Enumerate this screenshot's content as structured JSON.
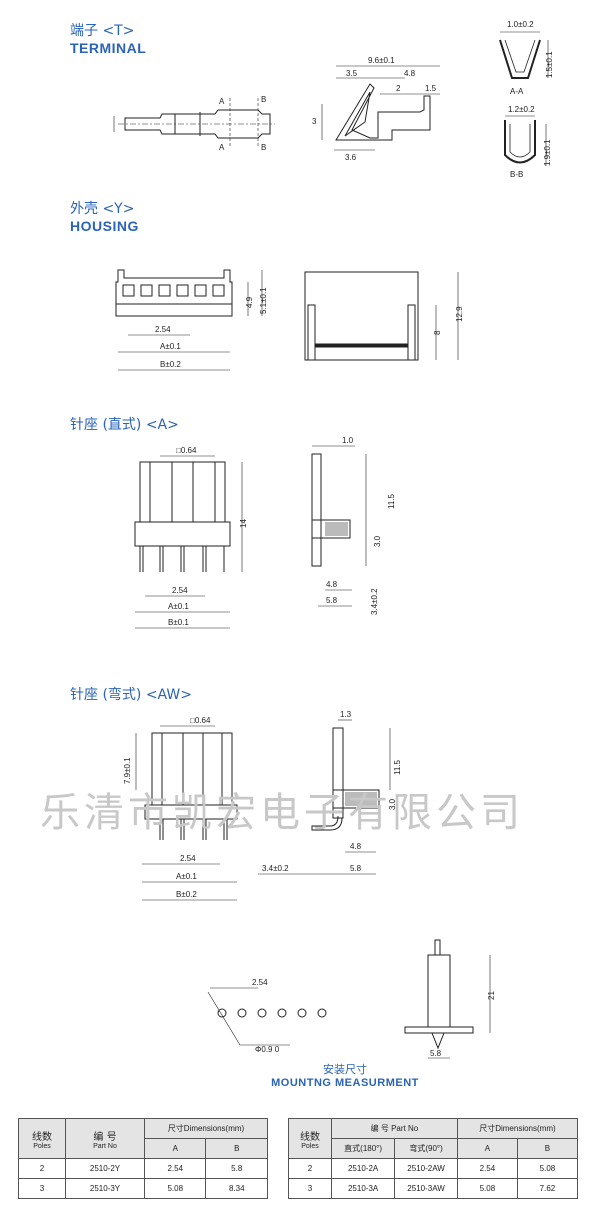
{
  "terminal": {
    "title_cn": "端子 <T>",
    "title_en": "TERMINAL",
    "dims": {
      "d1": "9.6±0.1",
      "d2": "3.5",
      "d3": "4.8",
      "d4": "2",
      "d5": "1.5",
      "d6": "3",
      "d7": "3.6",
      "d8": "1.0±0.2",
      "d9": "1.5±0.1",
      "d10": "1.2±0.2",
      "d11": "1.9±0.1",
      "secA": "A-A",
      "secB": "B-B",
      "lblA": "A",
      "lblB": "B"
    }
  },
  "housing": {
    "title_cn": "外壳 <Y>",
    "title_en": "HOUSING",
    "dims": {
      "pitch": "2.54",
      "a": "A±0.1",
      "b": "B±0.2",
      "h1": "4.9",
      "h2": "5.1±0.1",
      "h3": "8",
      "h4": "12.9"
    }
  },
  "header_a": {
    "title_cn": "针座 (直式) <A>",
    "title_en": "",
    "dims": {
      "pin": "□0.64",
      "h": "14",
      "pitch": "2.54",
      "a": "A±0.1",
      "b": "B±0.1",
      "t": "1.0",
      "h2": "11.5",
      "h3": "3.0",
      "w1": "4.8",
      "w2": "5.8",
      "v": "3.4±0.2"
    }
  },
  "header_aw": {
    "title_cn": "针座 (弯式) <AW>",
    "title_en": "",
    "dims": {
      "pin": "□0.64",
      "h": "7.9±0.1",
      "pitch": "2.54",
      "a": "A±0.1",
      "b": "B±0.2",
      "t": "1.3",
      "h2": "11.5",
      "h3": "3.0",
      "w1": "4.8",
      "w2": "5.8",
      "v": "3.4±0.2"
    }
  },
  "watermark": "乐清市凯宏电子有限公司",
  "mounting": {
    "title_cn": "安装尺寸",
    "title_en": "MOUNTNG MEASURMENT",
    "dims": {
      "pitch": "2.54",
      "hole": "Φ0.9 0",
      "h": "21",
      "w": "5.8"
    }
  },
  "table_left": {
    "h_poles_cn": "线数",
    "h_poles_en": "Poles",
    "h_part_cn": "编  号",
    "h_part_en": "Part No",
    "h_dim": "尺寸Dimensions(mm)",
    "h_a": "A",
    "h_b": "B",
    "rows": [
      {
        "poles": "2",
        "part": "2510-2Y",
        "a": "2.54",
        "b": "5.8"
      },
      {
        "poles": "3",
        "part": "2510-3Y",
        "a": "5.08",
        "b": "8.34"
      }
    ]
  },
  "table_right": {
    "h_poles_cn": "线数",
    "h_poles_en": "Poles",
    "h_part": "编  号 Part No",
    "h_straight": "直式(180°)",
    "h_bent": "弯式(90°)",
    "h_dim": "尺寸Dimensions(mm)",
    "h_a": "A",
    "h_b": "B",
    "rows": [
      {
        "poles": "2",
        "s": "2510-2A",
        "r": "2510-2AW",
        "a": "2.54",
        "b": "5.08"
      },
      {
        "poles": "3",
        "s": "2510-3A",
        "r": "2510-3AW",
        "a": "5.08",
        "b": "7.62"
      }
    ]
  }
}
